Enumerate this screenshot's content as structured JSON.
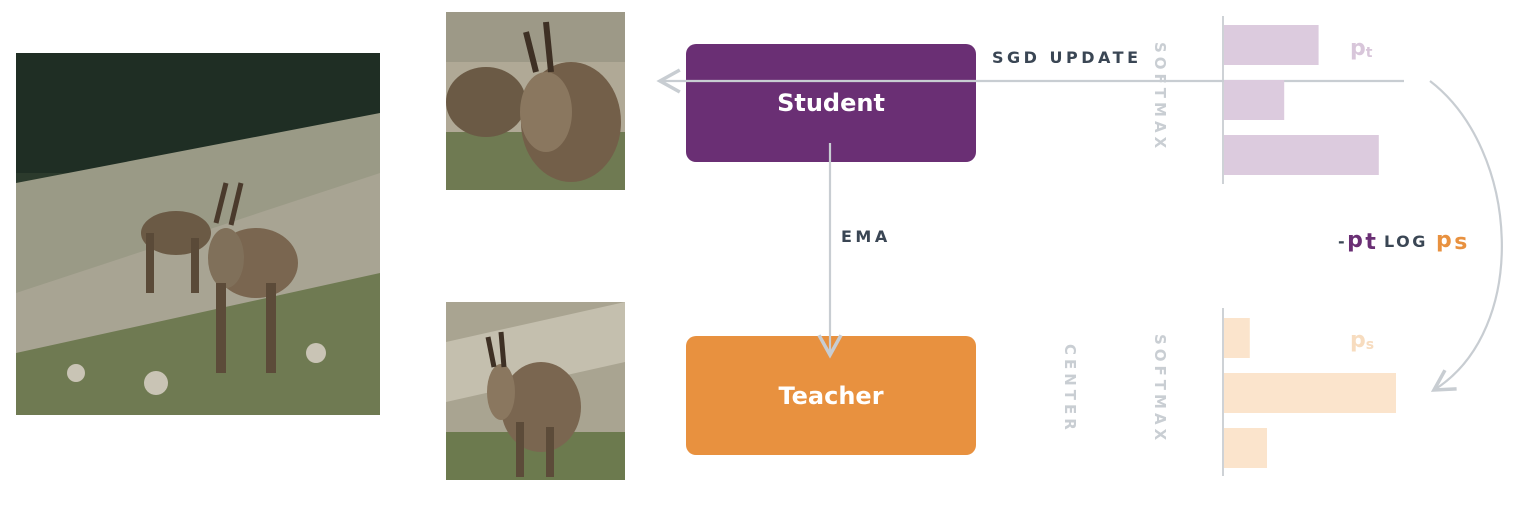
{
  "networks": {
    "student": "Student",
    "teacher": "Teacher"
  },
  "labels": {
    "sgd_update": "SGD UPDATE",
    "ema": "EMA",
    "softmax_top": "SOFTMAX",
    "softmax_bottom": "SOFTMAX",
    "center": "CENTER"
  },
  "probabilities": {
    "student_symbol": "p",
    "student_subscript": "t",
    "teacher_symbol": "p",
    "teacher_subscript": "s"
  },
  "loss": {
    "neg": "-",
    "p1": "p",
    "p1_sub": "t",
    "log": "LOG",
    "p2": "p",
    "p2_sub": "s"
  },
  "distributions": {
    "top_values": [
      0.55,
      0.35,
      0.9
    ],
    "bottom_values": [
      0.15,
      1.0,
      0.25
    ]
  },
  "colors": {
    "student": "#6a2f74",
    "teacher": "#e8913f",
    "student_dist_bar": "#dccbde",
    "teacher_dist_bar": "#fbe4cc",
    "arrow": "#c8cdd2",
    "text_dark": "#3a4654"
  },
  "images": {
    "main": "mountain-goats-photo",
    "crop_1": "goat-crop-photo",
    "crop_2": "goat-crop-photo"
  }
}
